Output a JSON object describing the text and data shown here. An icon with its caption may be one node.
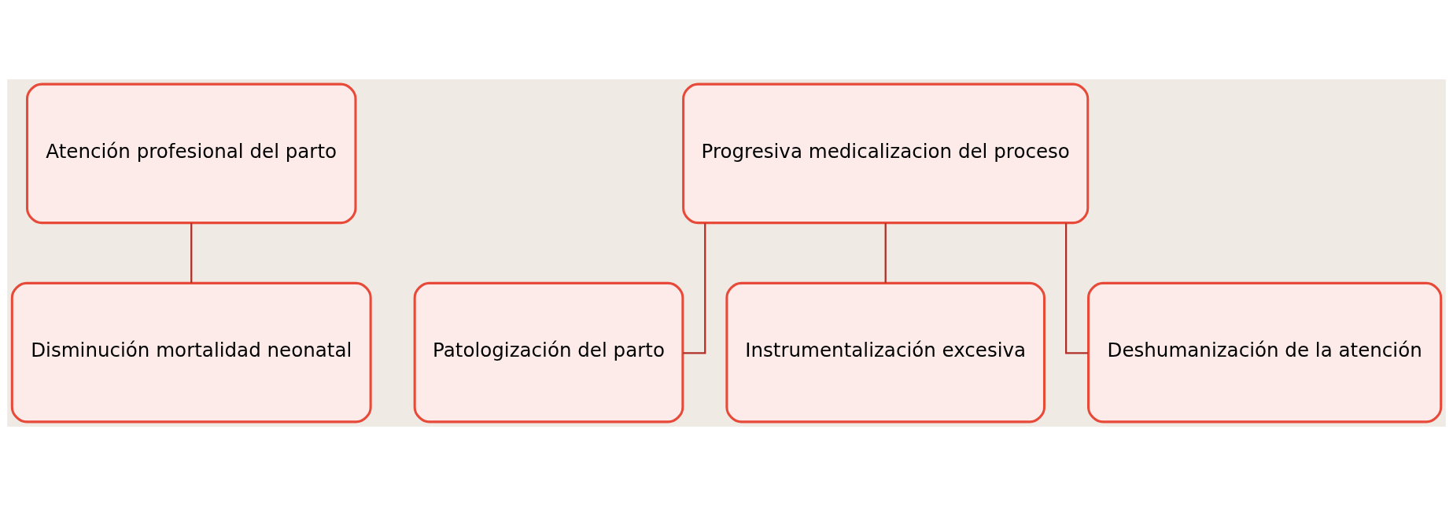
{
  "diagram": {
    "nodes": [
      {
        "text": [
          "Atención profesional del parto"
        ]
      },
      {
        "text": [
          "Disminución mortalidad neonatal"
        ]
      },
      {
        "text": [
          "Progresiva medicalizacion del proceso"
        ]
      },
      {
        "text": [
          "Patologización del parto"
        ]
      },
      {
        "text": [
          "Instrumentalización excesiva"
        ]
      },
      {
        "text": [
          "Deshumanización de la atención"
        ]
      }
    ],
    "edges": [
      {
        "from": 0,
        "to": 1,
        "arrow": "none"
      },
      {
        "from": 2,
        "to": 3,
        "arrow": "none"
      },
      {
        "from": 2,
        "to": 4,
        "arrow": "none"
      },
      {
        "from": 2,
        "to": 5,
        "arrow": "none"
      }
    ]
  }
}
